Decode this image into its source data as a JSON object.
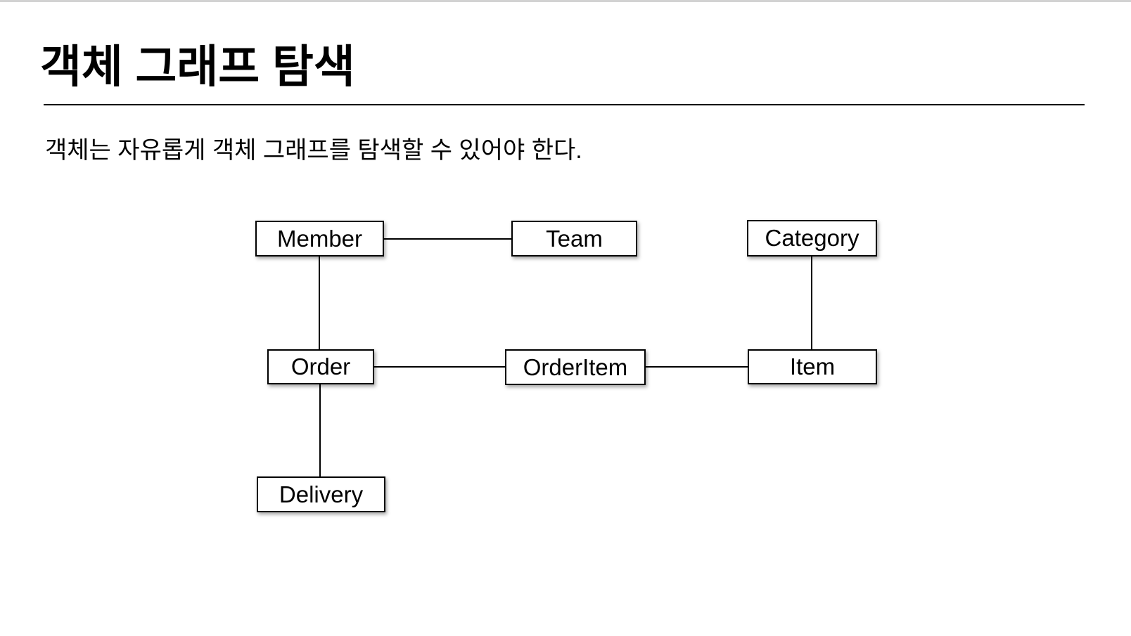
{
  "slide": {
    "title": "객체 그래프 탐색",
    "subtitle": "객체는 자유롭게 객체 그래프를 탐색할 수 있어야 한다."
  },
  "diagram": {
    "nodes": [
      {
        "id": "member",
        "label": "Member"
      },
      {
        "id": "team",
        "label": "Team"
      },
      {
        "id": "category",
        "label": "Category"
      },
      {
        "id": "order",
        "label": "Order"
      },
      {
        "id": "orderitem",
        "label": "OrderItem"
      },
      {
        "id": "item",
        "label": "Item"
      },
      {
        "id": "delivery",
        "label": "Delivery"
      }
    ],
    "edges": [
      {
        "from": "Member",
        "to": "Team"
      },
      {
        "from": "Member",
        "to": "Order"
      },
      {
        "from": "Category",
        "to": "Item"
      },
      {
        "from": "Order",
        "to": "OrderItem"
      },
      {
        "from": "OrderItem",
        "to": "Item"
      },
      {
        "from": "Order",
        "to": "Delivery"
      }
    ]
  },
  "colors": {
    "background": "#ffffff",
    "text": "#000000",
    "box_fill": "#ffffff",
    "box_border": "#000000",
    "edge_line": "#000000",
    "title_divider": "#111111",
    "top_hairline": "#d2d2d2"
  }
}
